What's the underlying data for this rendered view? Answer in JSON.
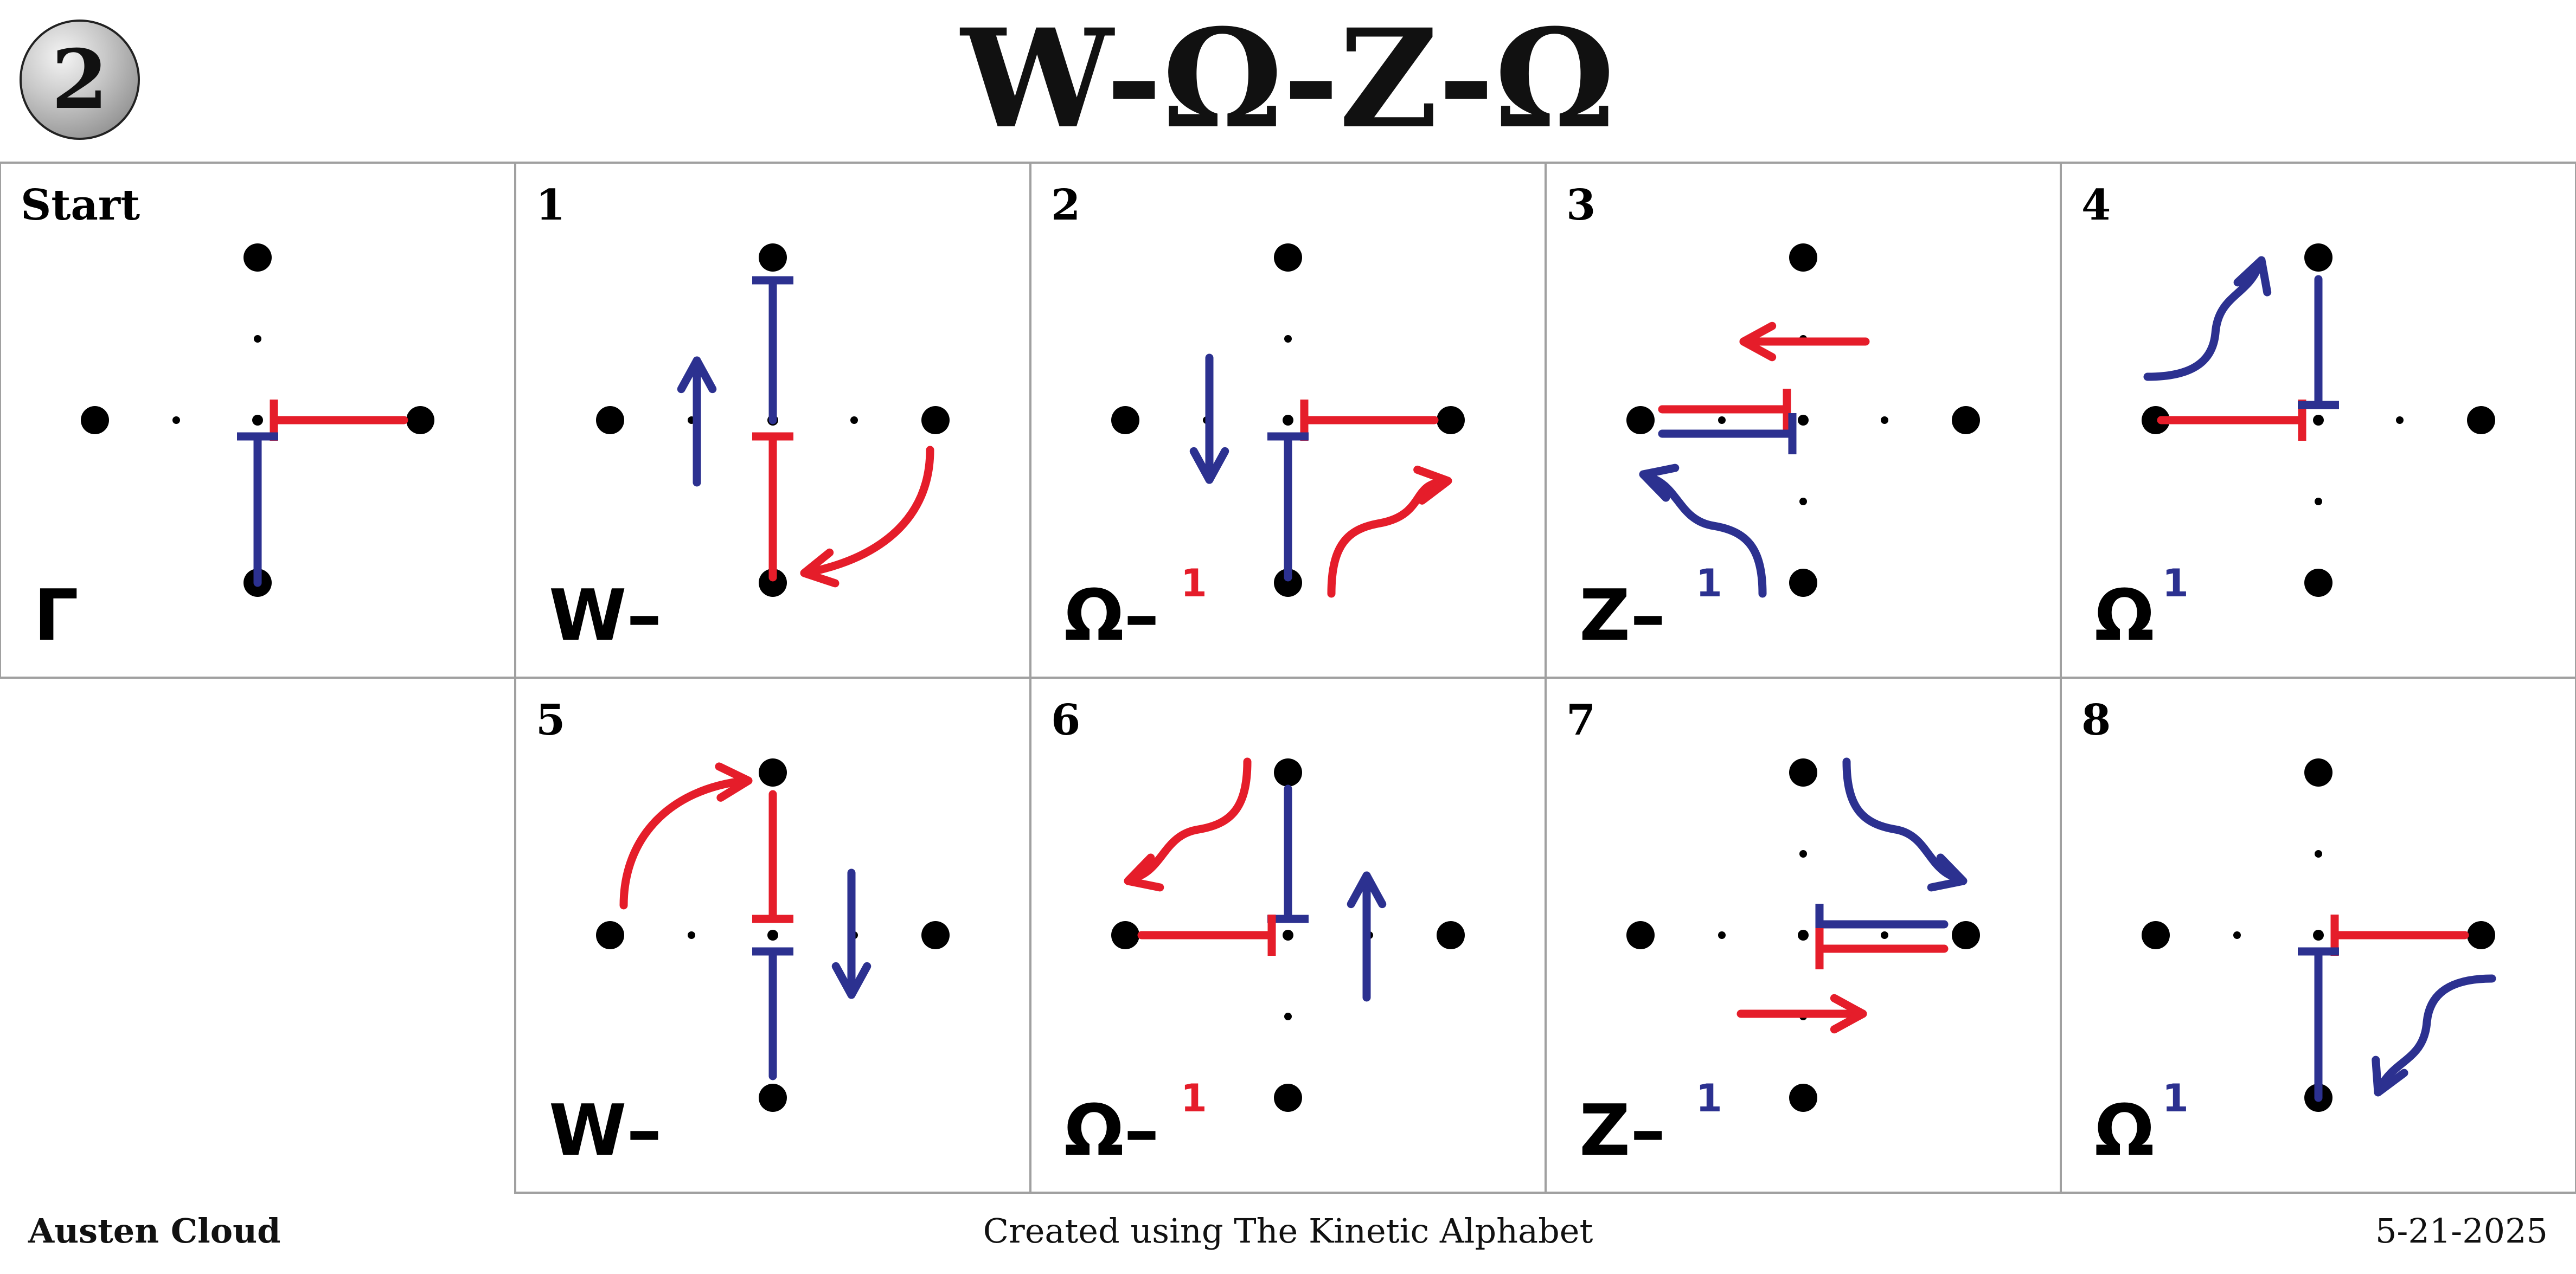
{
  "badge": "2",
  "title": "W-Ω-Z-Ω",
  "colors": {
    "red": "#e51d2a",
    "blue": "#2c3190",
    "ink": "#000000",
    "grid": "#a0a0a0"
  },
  "panels": [
    {
      "label": "Start",
      "sym": "Γ",
      "sup": "",
      "supColor": ""
    },
    {
      "label": "1",
      "sym": "W–",
      "sup": "",
      "supColor": ""
    },
    {
      "label": "2",
      "sym": "Ω–",
      "sup": "1",
      "supColor": "red"
    },
    {
      "label": "3",
      "sym": "Z–",
      "sup": "1",
      "supColor": "blue"
    },
    {
      "label": "4",
      "sym": "Ω",
      "sup": "1",
      "supColor": "blue"
    },
    {
      "label": "5",
      "sym": "W–",
      "sup": "",
      "supColor": ""
    },
    {
      "label": "6",
      "sym": "Ω–",
      "sup": "1",
      "supColor": "red"
    },
    {
      "label": "7",
      "sym": "Z–",
      "sup": "1",
      "supColor": "blue"
    },
    {
      "label": "8",
      "sym": "Ω",
      "sup": "1",
      "supColor": "blue"
    }
  ],
  "footer": {
    "author": "Austen Cloud",
    "credit": "Created using The Kinetic Alphabet",
    "date": "5-21-2025"
  }
}
